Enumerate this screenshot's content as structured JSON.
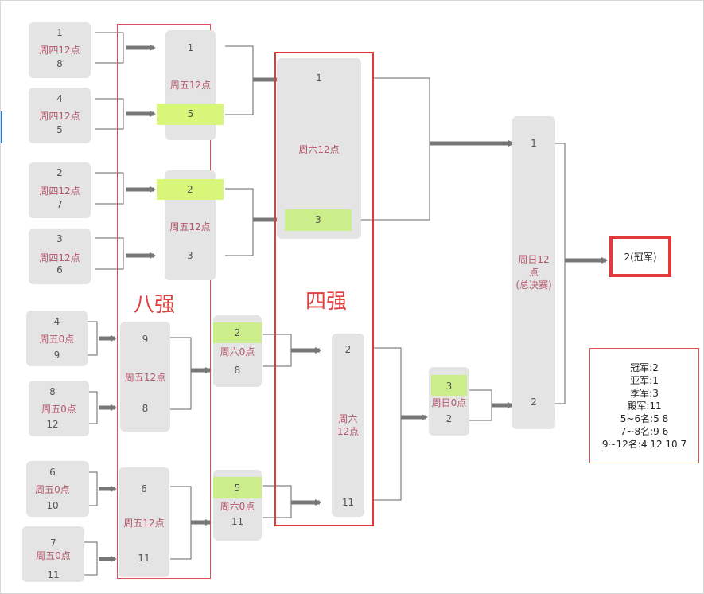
{
  "colors": {
    "card": "#e4e4e4",
    "highlight": "#cbee8a",
    "time_text": "#b5566a",
    "red_frame": "#e03a3a",
    "arrow": "#777777"
  },
  "regions": {
    "eight": "八强",
    "four": "四强"
  },
  "round1": [
    {
      "top": "1",
      "time": "周四12点",
      "bottom": "8"
    },
    {
      "top": "4",
      "time": "周四12点",
      "bottom": "5"
    },
    {
      "top": "2",
      "time": "周四12点",
      "bottom": "7"
    },
    {
      "top": "3",
      "time": "周四12点",
      "bottom": "6"
    },
    {
      "top": "4",
      "time": "周五0点",
      "bottom": "9"
    },
    {
      "top": "8",
      "time": "周五0点",
      "bottom": "12"
    },
    {
      "top": "6",
      "time": "周五0点",
      "bottom": "10"
    },
    {
      "top": "7",
      "time": "周五0点",
      "bottom": "11"
    }
  ],
  "round2": [
    {
      "top": "1",
      "time": "周五12点",
      "bottom": "5"
    },
    {
      "top": "2",
      "time": "周五12点",
      "bottom": "3"
    },
    {
      "top": "9",
      "time": "周五12点",
      "bottom": "8"
    },
    {
      "top": "6",
      "time": "周五12点",
      "bottom": "11"
    }
  ],
  "lower3": [
    {
      "top": "2",
      "time": "周六0点",
      "bottom": "8"
    },
    {
      "top": "5",
      "time": "周六0点",
      "bottom": "11"
    }
  ],
  "semi": [
    {
      "top": "1",
      "time": "周六12点",
      "bottom": "3"
    },
    {
      "top": "2",
      "time": "周六\n12点",
      "bottom": "11"
    }
  ],
  "lower_final": {
    "top": "3",
    "time": "周日0点",
    "bottom": "2"
  },
  "final": {
    "top": "1",
    "time": "周日12\n点\n(总决赛)",
    "bottom": "2"
  },
  "champion": "2(冠军)",
  "summary": [
    "冠军:2",
    "亚军:1",
    "季军:3",
    "殿军:11",
    "5~6名:5 8",
    "7~8名:9 6",
    "9~12名:4 12 10 7"
  ]
}
